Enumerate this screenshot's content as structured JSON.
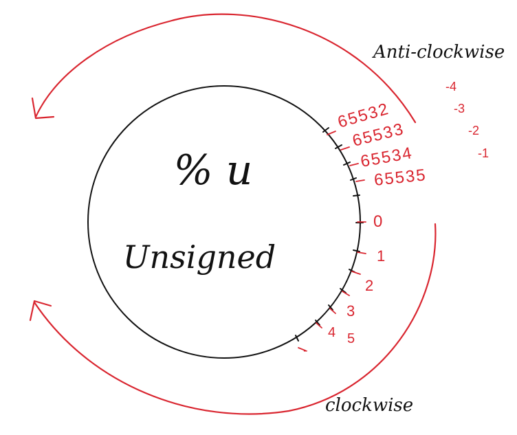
{
  "center": {
    "format_specifier": "% u",
    "type_label": "Unsigned"
  },
  "directions": {
    "anti_clockwise": "Anti-clockwise",
    "clockwise": "clockwise"
  },
  "unsigned_labels": [
    "65532",
    "65533",
    "65534",
    "65535",
    "0",
    "1",
    "2",
    "3",
    "4",
    "5"
  ],
  "signed_labels": [
    "-4",
    "-3",
    "-2",
    "-1"
  ],
  "trailing_mark": "-",
  "colors": {
    "ink": "#111111",
    "red": "#d9252f"
  }
}
